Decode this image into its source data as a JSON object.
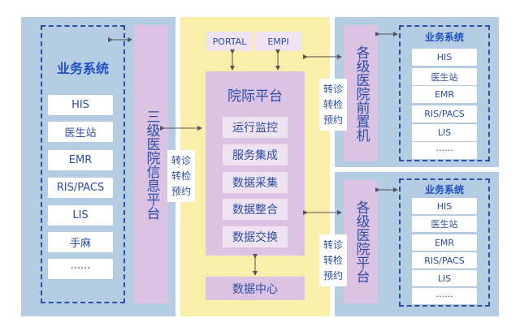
{
  "left": {
    "title": "业务系统",
    "items": [
      "HIS",
      "医生站",
      "EMR",
      "RIS/PACS",
      "LIS",
      "手麻",
      "······"
    ],
    "platform": "三级医院信息平台"
  },
  "transfer": {
    "left": [
      "转诊",
      "转检",
      "预约"
    ],
    "right_top": [
      "转诊",
      "转检",
      "预约"
    ],
    "right_bottom": [
      "转诊",
      "转检",
      "预约"
    ]
  },
  "center": {
    "portal": "PORTAL",
    "empi": "EMPI",
    "title": "院际平台",
    "services": [
      "运行监控",
      "服务集成",
      "数据采集",
      "数据整合",
      "数据交换"
    ],
    "data_center": "数据中心"
  },
  "right_top": {
    "vertical": "各级医院前置机",
    "title": "业务系统",
    "items": [
      "HIS",
      "医生站",
      "EMR",
      "RIS/PACS",
      "LIS",
      "······"
    ]
  },
  "right_bottom": {
    "vertical": "各级医院平台",
    "title": "业务系统",
    "items": [
      "HIS",
      "医生站",
      "EMR",
      "RIS/PACS",
      "LIS",
      "······"
    ]
  },
  "colors": {
    "panel_blue": "#b4cde3",
    "panel_yellow": "#f9efaa",
    "purple": "#dcc2e3",
    "text_blue": "#2a4ea8"
  }
}
